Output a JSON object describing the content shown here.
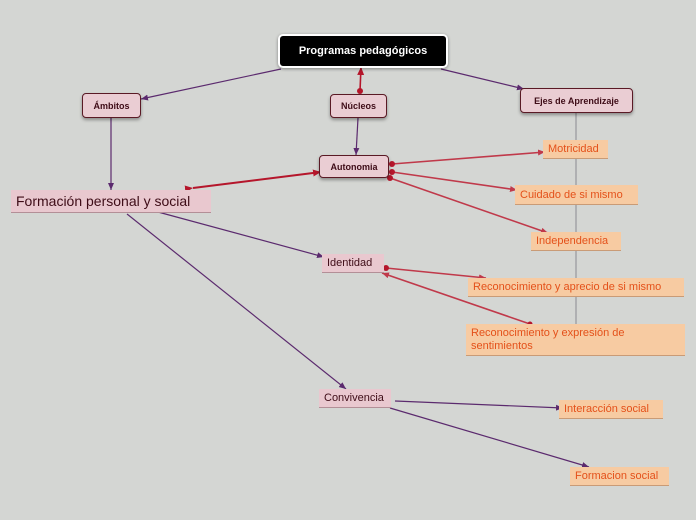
{
  "root": {
    "label": "Programas pedagógicos"
  },
  "headers": {
    "ambitos": "Ámbitos",
    "nucleos": "Núcleos",
    "ejes": "Ejes de Aprendizaje"
  },
  "ambito": {
    "label": "Formación personal y social"
  },
  "nucleo": {
    "label": "Autonomia"
  },
  "subs": {
    "identidad": "Identidad",
    "convivencia": "Convivencia"
  },
  "ejes": {
    "motricidad": "Motricidad",
    "cuidado": "Cuidado de si mismo",
    "independencia": "Independencia",
    "reconocimiento_aprecio": "Reconocimiento y aprecio de si mismo",
    "reconocimiento_expresion": "Reconocimiento y expresión de sentimientos",
    "interaccion": "Interacción social",
    "formacion_social": "Formacion social"
  },
  "colors": {
    "purple_line": "#5b2a6e",
    "red_line": "#c0394a",
    "dark_red": "#b5162b",
    "grey_line": "#8a8a90"
  }
}
